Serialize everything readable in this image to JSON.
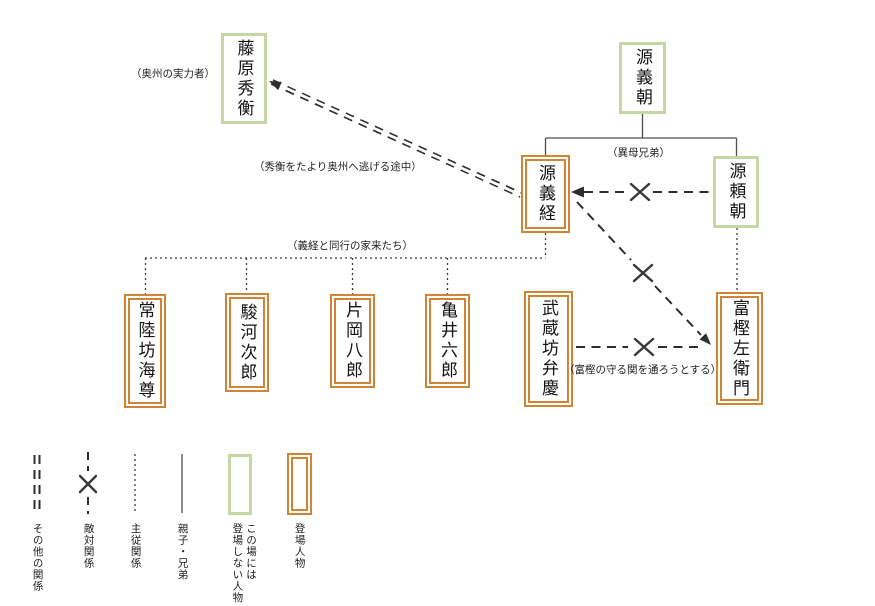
{
  "people": {
    "hidehira": "藤原秀衡",
    "yoshitomo": "源義朝",
    "yoshitsune": "源義経",
    "yoritomo": "源頼朝",
    "hitachibo": "常陸坊海尊",
    "suruga": "駿河次郎",
    "kataoka": "片岡八郎",
    "kamei": "亀井六郎",
    "benkei": "武蔵坊弁慶",
    "togashi": "富樫左衛門"
  },
  "annotations": {
    "hidehira_note": "（奥州の実力者）",
    "flee_note": "（秀衡をたより奥州へ逃げる途中）",
    "brothers_note": "（異母兄弟）",
    "retainers_note": "（義経と同行の家来たち）",
    "barrier_note": "（富樫の守る関を通ろうとする）"
  },
  "legend": {
    "other": "その他の関係",
    "hostile": "敵対関係",
    "master_servant": "主従関係",
    "family": "親子・兄弟",
    "absent": "この場には\n登場しない人物",
    "present": "登場人物"
  },
  "colors": {
    "present_border": "#d08436",
    "absent_border": "#c6d7a3",
    "line": "#3c3c3c"
  }
}
